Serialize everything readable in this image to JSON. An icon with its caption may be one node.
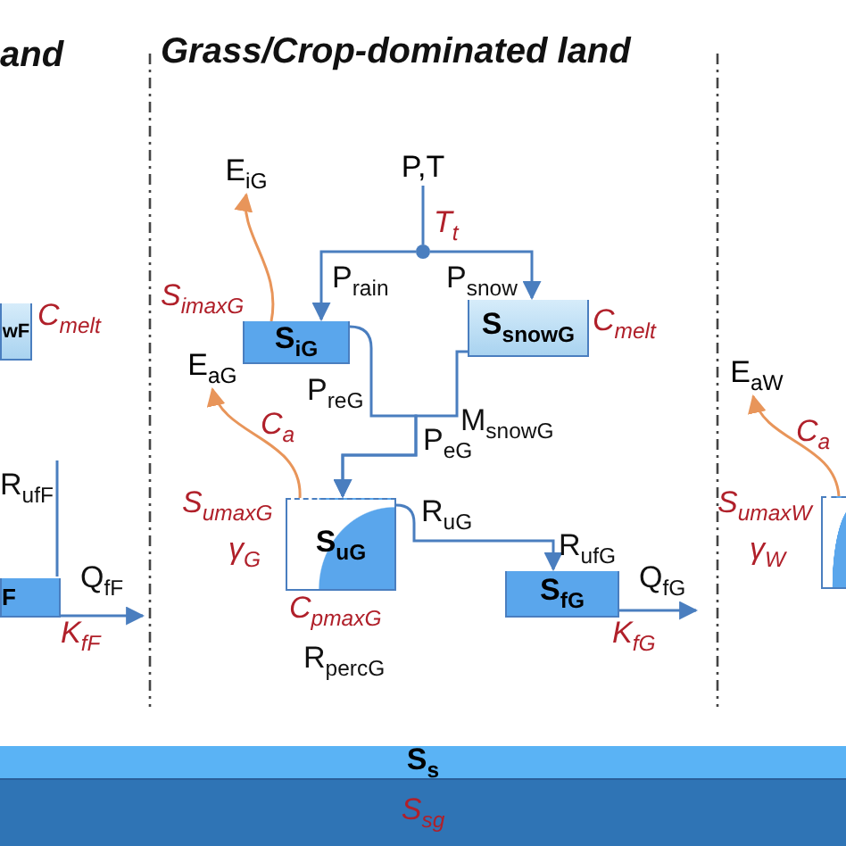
{
  "diagram": {
    "nodes": [
      {
        "text": [
          "P,T"
        ]
      },
      {
        "text": [],
        "shape": "circle",
        "beside": [
          "T$_{t}$"
        ]
      },
      {
        "text": [
          "S$_{iG}$"
        ],
        "beside": [
          "S$_{imaxG}$"
        ]
      },
      {
        "text": [
          "S$_{snowG}$"
        ],
        "beside": [
          "C$_{melt}$"
        ]
      },
      {
        "text": [
          "E$_{iG}$"
        ]
      },
      {
        "text": [
          "E$_{aG}$"
        ]
      },
      {
        "text": [
          "S$_{uG}$"
        ],
        "beside": [
          "S$_{umaxG}$",
          "γ$_{G}$",
          "C$_{pmaxG}$"
        ]
      },
      {
        "text": [
          "S$_{fG}$"
        ],
        "beside": [
          "K$_{fG}$"
        ]
      },
      {
        "text": [
          "wF"
        ],
        "beside": [
          "C$_{melt}$"
        ]
      },
      {
        "text": [
          "F"
        ],
        "beside": [
          "K$_{fF}$"
        ]
      },
      {
        "text": [],
        "shape": "box",
        "beside": [
          "S$_{umaxW}$",
          "γ$_{W}$"
        ]
      },
      {
        "text": [
          "E$_{aW}$"
        ]
      },
      {
        "text": [
          "S$_{s}$"
        ]
      },
      {
        "text": [
          "S$_{sg}$"
        ]
      }
    ],
    "edges": [
      {
        "from": 0,
        "to": 1,
        "arrow": "none"
      },
      {
        "from": 1,
        "to": 2,
        "arrow": "to",
        "label": "P$_{rain}$"
      },
      {
        "from": 1,
        "to": 3,
        "arrow": "to",
        "label": "P$_{snow}$"
      },
      {
        "from": 2,
        "to": 6,
        "arrow": "to",
        "label": "P$_{reG}$"
      },
      {
        "from": 3,
        "to": 6,
        "arrow": "to",
        "label": "M$_{snowG}$"
      },
      {
        "from": 2,
        "to": 4,
        "arrow": "to",
        "color": "#e8955a"
      },
      {
        "from": 6,
        "to": 5,
        "arrow": "to",
        "label": "C$_{a}$",
        "color": "#e8955a"
      },
      {
        "from": 6,
        "to": 7,
        "arrow": "to",
        "label": "R$_{uG}$"
      },
      {
        "from": 7,
        "to": null,
        "arrow": "to",
        "label": "Q$_{fG}$"
      },
      {
        "from": 9,
        "to": null,
        "arrow": "to",
        "label": "Q$_{fF}$"
      },
      {
        "from": 10,
        "to": 11,
        "arrow": "to",
        "label": "C$_{a}$",
        "color": "#e8955a"
      },
      {
        "from": null,
        "to": 9,
        "arrow": "none",
        "label": "R$_{ufF}$"
      }
    ],
    "labels": [
      "and",
      "Grass/Crop-dominated land",
      "P$_{eG}$",
      "R$_{ufG}$",
      "R$_{percG}$"
    ]
  }
}
